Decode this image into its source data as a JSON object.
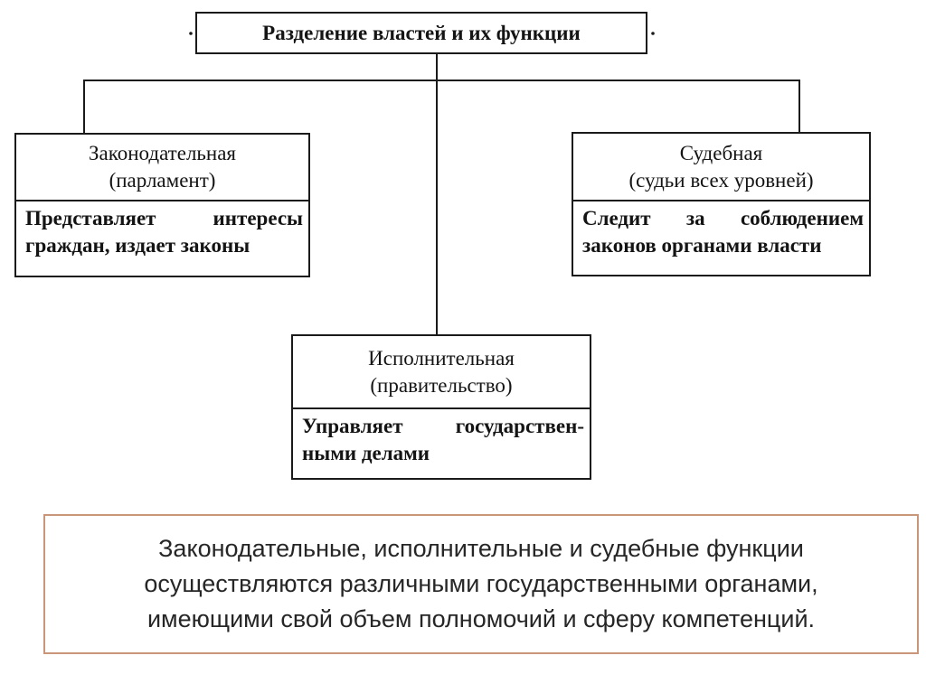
{
  "title": "Разделение властей и их функции",
  "branches": {
    "legislative": {
      "heading_lines": [
        "Законодательная",
        "(парламент)"
      ],
      "description_lines": [
        "Представляет интересы",
        "граждан, издает законы"
      ]
    },
    "judicial": {
      "heading_lines": [
        "Судебная",
        "(судьи всех уровней)"
      ],
      "description_lines": [
        "Следит за соблюдением",
        "законов органами власти"
      ]
    },
    "executive": {
      "heading_lines": [
        "Исполнительная",
        "(правительство)"
      ],
      "description_lines": [
        "Управляет государствен-",
        "ными делами"
      ]
    }
  },
  "summary_lines": [
    "Законодательные, исполнительные и судебные функции",
    "осуществляются различными государственными органами,",
    "имеющими свой объем полномочий и сферу компетенций."
  ],
  "colors": {
    "diagram_lines": "#1a1a1a",
    "summary_border": "#c9967a",
    "summary_text": "#262626"
  }
}
